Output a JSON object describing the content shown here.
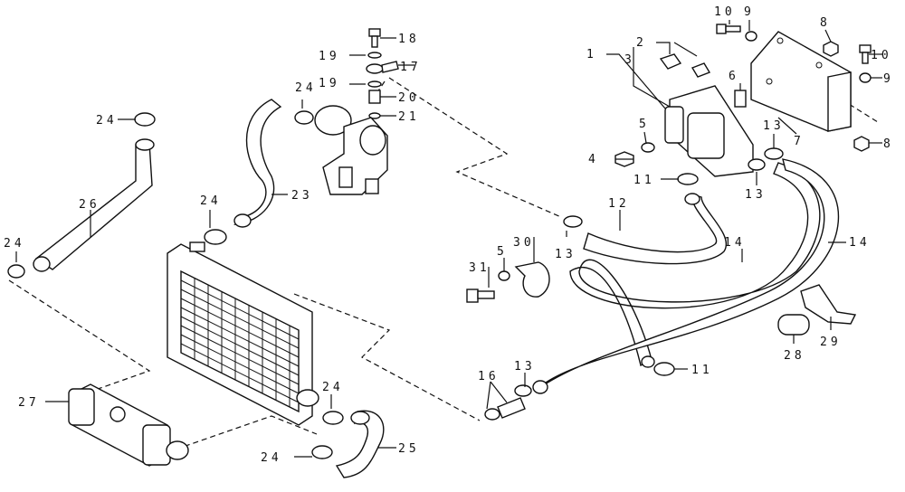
{
  "diagram": {
    "labels": [
      {
        "id": "l18",
        "text": "18"
      },
      {
        "id": "l19a",
        "text": "19"
      },
      {
        "id": "l17",
        "text": "17"
      },
      {
        "id": "l19b",
        "text": "19"
      },
      {
        "id": "l20",
        "text": "20"
      },
      {
        "id": "l21",
        "text": "21"
      },
      {
        "id": "l24a",
        "text": "24"
      },
      {
        "id": "l23",
        "text": "23"
      },
      {
        "id": "l24b",
        "text": "24"
      },
      {
        "id": "l26",
        "text": "26"
      },
      {
        "id": "l24c",
        "text": "24"
      },
      {
        "id": "l24d",
        "text": "24"
      },
      {
        "id": "l27",
        "text": "27"
      },
      {
        "id": "l24e",
        "text": "24"
      },
      {
        "id": "l24f",
        "text": "24"
      },
      {
        "id": "l25",
        "text": "25"
      },
      {
        "id": "l1",
        "text": "1"
      },
      {
        "id": "l3",
        "text": "3"
      },
      {
        "id": "l2",
        "text": "2"
      },
      {
        "id": "l10a",
        "text": "10"
      },
      {
        "id": "l9a",
        "text": "9"
      },
      {
        "id": "l8a",
        "text": "8"
      },
      {
        "id": "l10b",
        "text": "10"
      },
      {
        "id": "l9b",
        "text": "9"
      },
      {
        "id": "l6",
        "text": "6"
      },
      {
        "id": "l5a",
        "text": "5"
      },
      {
        "id": "l4",
        "text": "4"
      },
      {
        "id": "l11a",
        "text": "11"
      },
      {
        "id": "l13a",
        "text": "13"
      },
      {
        "id": "l7",
        "text": "7"
      },
      {
        "id": "l8b",
        "text": "8"
      },
      {
        "id": "l13b",
        "text": "13"
      },
      {
        "id": "l12",
        "text": "12"
      },
      {
        "id": "l13c",
        "text": "13"
      },
      {
        "id": "l14a",
        "text": "14"
      },
      {
        "id": "l14b",
        "text": "14"
      },
      {
        "id": "l30",
        "text": "30"
      },
      {
        "id": "l5b",
        "text": "5"
      },
      {
        "id": "l31",
        "text": "31"
      },
      {
        "id": "l29",
        "text": "29"
      },
      {
        "id": "l28",
        "text": "28"
      },
      {
        "id": "l16",
        "text": "16"
      },
      {
        "id": "l13d",
        "text": "13"
      },
      {
        "id": "l11b",
        "text": "11"
      }
    ]
  }
}
